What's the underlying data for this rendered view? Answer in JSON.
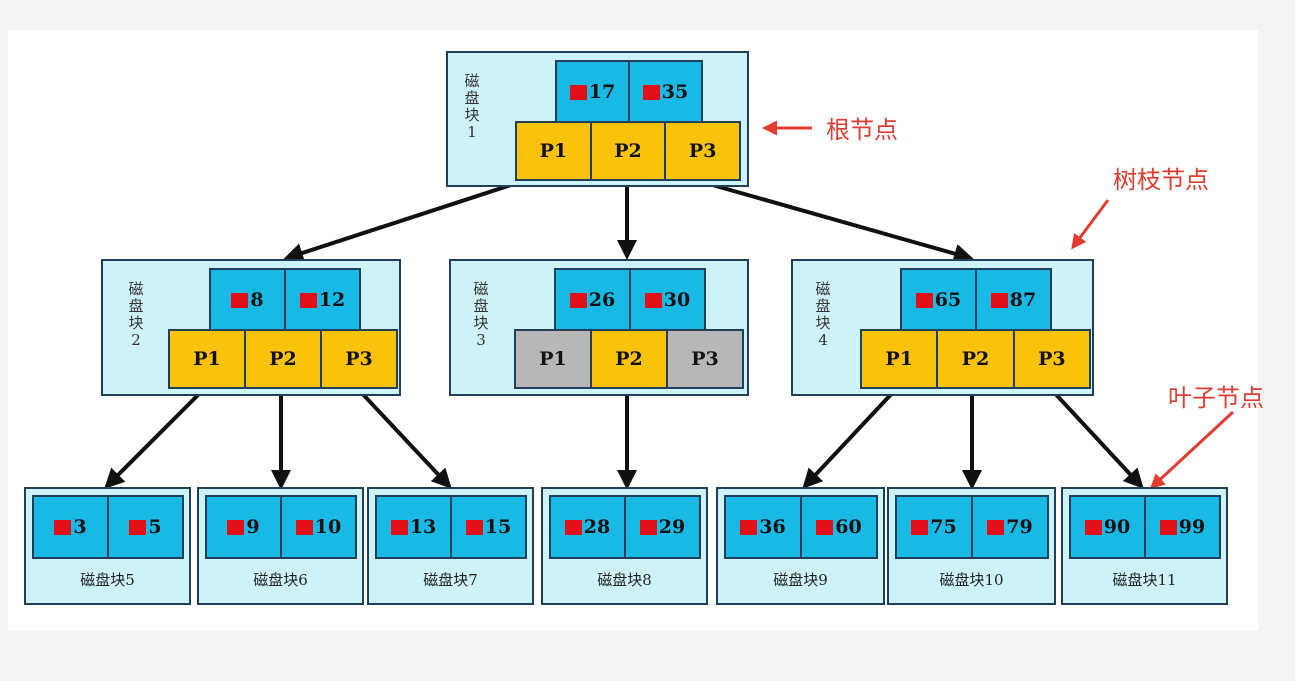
{
  "colors": {
    "key_cell": "#19b9e6",
    "pointer": "#fbc20b",
    "pointer_empty": "#b7b7b7",
    "block_bg": "#cdf3f8",
    "marker": "#e3101a",
    "annotation": "#e23b30"
  },
  "root": {
    "label": "磁盘块1",
    "keys": [
      "17",
      "35"
    ],
    "pointers": [
      "P1",
      "P2",
      "P3"
    ]
  },
  "branches": [
    {
      "label": "磁盘块2",
      "keys": [
        "8",
        "12"
      ],
      "pointers": [
        "P1",
        "P2",
        "P3"
      ]
    },
    {
      "label": "磁盘块3",
      "keys": [
        "26",
        "30"
      ],
      "pointers": [
        "P1",
        "P2",
        "P3"
      ]
    },
    {
      "label": "磁盘块4",
      "keys": [
        "65",
        "87"
      ],
      "pointers": [
        "P1",
        "P2",
        "P3"
      ]
    }
  ],
  "leaves": [
    {
      "label": "磁盘块5",
      "keys": [
        "3",
        "5"
      ]
    },
    {
      "label": "磁盘块6",
      "keys": [
        "9",
        "10"
      ]
    },
    {
      "label": "磁盘块7",
      "keys": [
        "13",
        "15"
      ]
    },
    {
      "label": "磁盘块8",
      "keys": [
        "28",
        "29"
      ]
    },
    {
      "label": "磁盘块9",
      "keys": [
        "36",
        "60"
      ]
    },
    {
      "label": "磁盘块10",
      "keys": [
        "75",
        "79"
      ]
    },
    {
      "label": "磁盘块11",
      "keys": [
        "90",
        "99"
      ]
    }
  ],
  "annotations": {
    "root": "根节点",
    "branch": "树枝节点",
    "leaf": "叶子节点"
  }
}
